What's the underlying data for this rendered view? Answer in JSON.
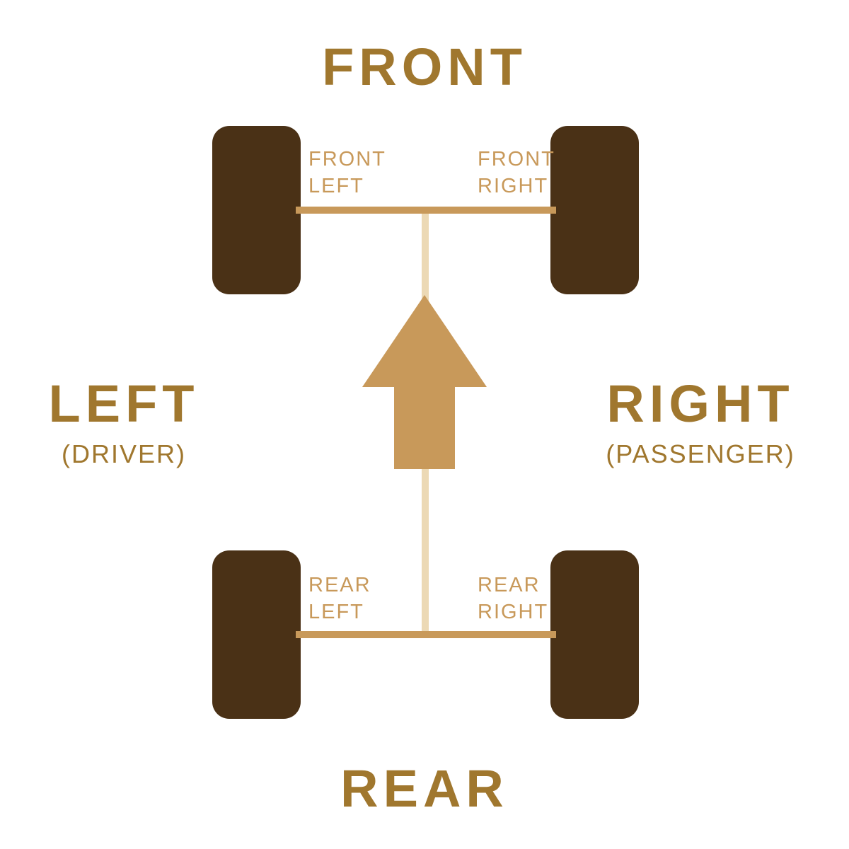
{
  "colors": {
    "background": "#ffffff",
    "tire": "#4a3116",
    "title": "#a0772e",
    "axle": "#c8995a",
    "arrow": "#c8995a",
    "spine": "#ecd9b5",
    "wheel_label": "#c8995a"
  },
  "titles": {
    "front": "FRONT",
    "rear": "REAR"
  },
  "sides": {
    "left": {
      "label": "LEFT",
      "sublabel": "(DRIVER)"
    },
    "right": {
      "label": "RIGHT",
      "sublabel": "(PASSENGER)"
    }
  },
  "wheels": [
    {
      "id": "front-left",
      "line1": "FRONT",
      "line2": "LEFT"
    },
    {
      "id": "front-right",
      "line1": "FRONT",
      "line2": "RIGHT"
    },
    {
      "id": "rear-left",
      "line1": "REAR",
      "line2": "LEFT"
    },
    {
      "id": "rear-right",
      "line1": "REAR",
      "line2": "RIGHT"
    }
  ],
  "icons": {
    "direction_arrow": "up-arrow"
  }
}
